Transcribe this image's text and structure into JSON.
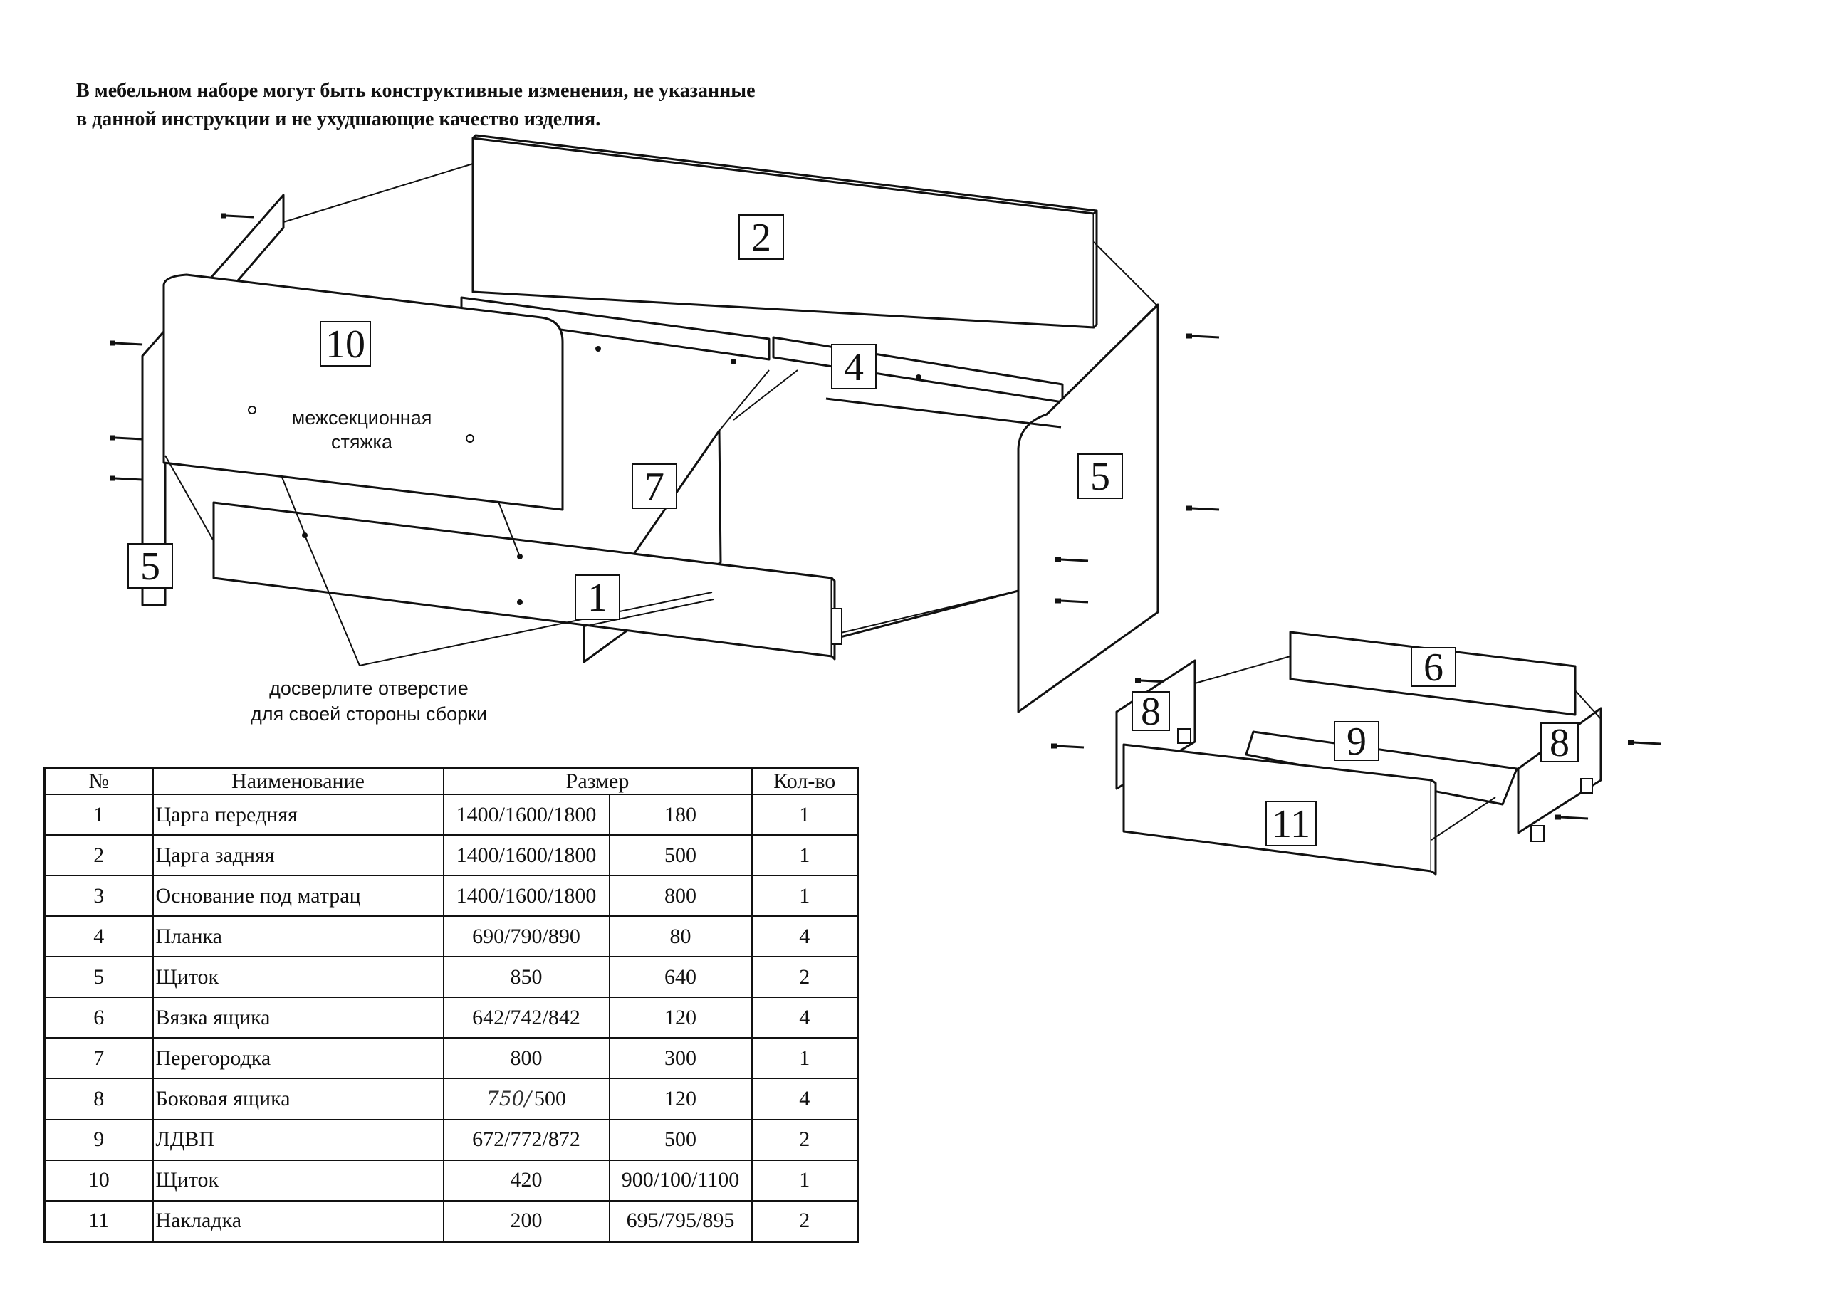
{
  "note": {
    "line1": "В мебельном наборе могут быть конструктивные изменения, не указанные",
    "line2": "в данной инструкции и не ухудшающие качество изделия."
  },
  "diagram": {
    "labels": {
      "p1": "1",
      "p2": "2",
      "p4": "4",
      "p5_left": "5",
      "p5_right": "5",
      "p6": "6",
      "p7": "7",
      "p8_left": "8",
      "p8_right": "8",
      "p9": "9",
      "p10": "10",
      "p11": "11"
    },
    "tie_label_1": "межсекционная",
    "tie_label_2": "стяжка",
    "drill_note_1": "досверлите отверстие",
    "drill_note_2": "для своей стороны сборки"
  },
  "table": {
    "headers": {
      "num": "№",
      "name": "Наименование",
      "size": "Размер",
      "qty": "Кол-во"
    },
    "rows": [
      {
        "num": "1",
        "name": "Царга передняя",
        "dim1": "1400/1600/1800",
        "dim2": "180",
        "qty": "1"
      },
      {
        "num": "2",
        "name": "Царга задняя",
        "dim1": "1400/1600/1800",
        "dim2": "500",
        "qty": "1"
      },
      {
        "num": "3",
        "name": "Основание под матрац",
        "dim1": "1400/1600/1800",
        "dim2": "800",
        "qty": "1"
      },
      {
        "num": "4",
        "name": "Планка",
        "dim1": "690/790/890",
        "dim2": "80",
        "qty": "4"
      },
      {
        "num": "5",
        "name": "Щиток",
        "dim1": "850",
        "dim2": "640",
        "qty": "2"
      },
      {
        "num": "6",
        "name": "Вязка ящика",
        "dim1": "642/742/842",
        "dim2": "120",
        "qty": "4"
      },
      {
        "num": "7",
        "name": "Перегородка",
        "dim1": "800",
        "dim2": "300",
        "qty": "1"
      },
      {
        "num": "8",
        "name": "Боковая ящика",
        "dim1": "500",
        "dim2": "120",
        "qty": "4"
      },
      {
        "num": "9",
        "name": "ЛДВП",
        "dim1": "672/772/872",
        "dim2": "500",
        "qty": "2"
      },
      {
        "num": "10",
        "name": "Щиток",
        "dim1": "420",
        "dim2": "900/100/1100",
        "qty": "1"
      },
      {
        "num": "11",
        "name": "Накладка",
        "dim1": "200",
        "dim2": "695/795/895",
        "qty": "2"
      }
    ],
    "handwritten_correction": "750/"
  }
}
